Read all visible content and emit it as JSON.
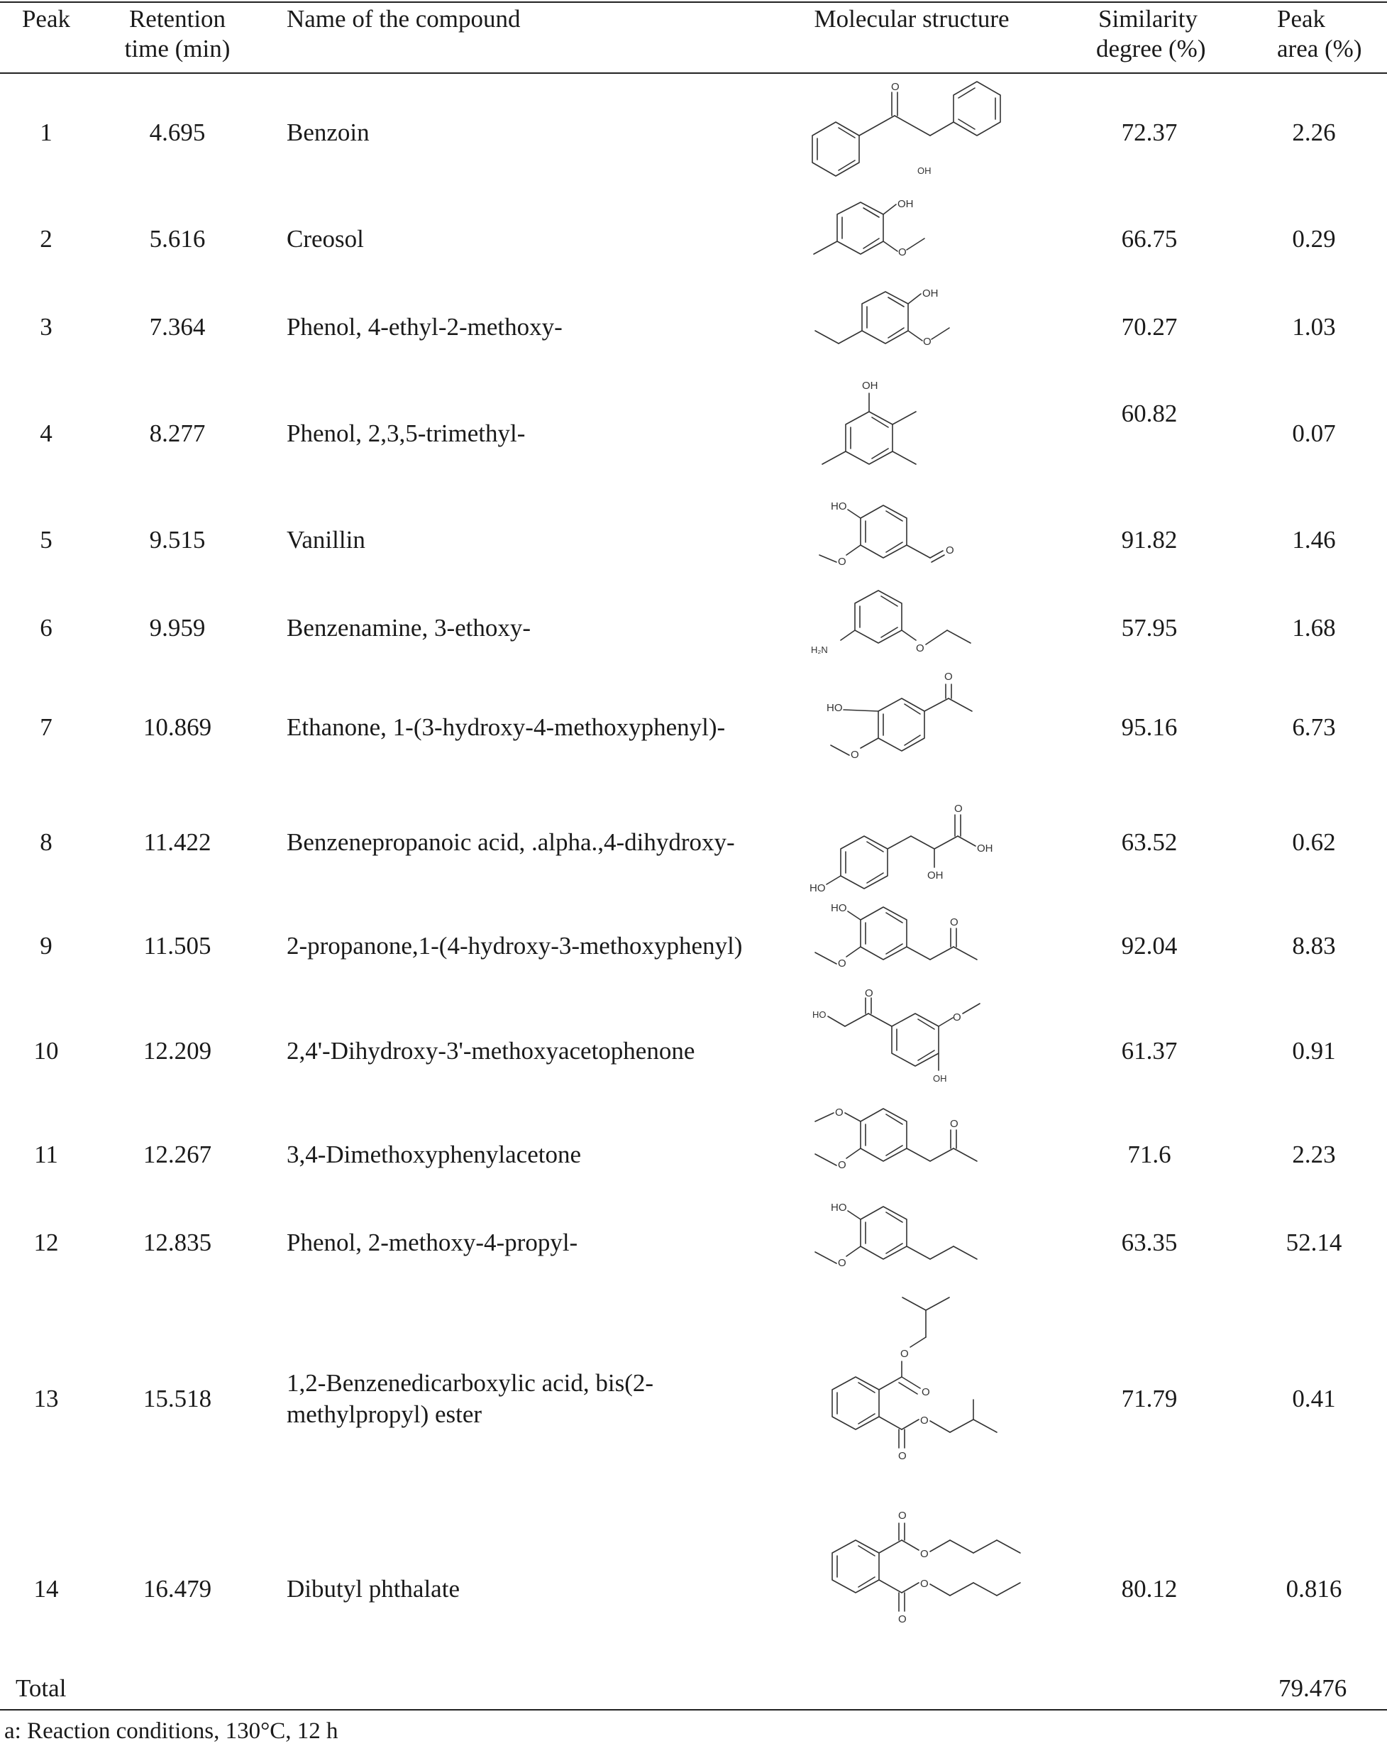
{
  "table": {
    "headers": {
      "peak": "Peak",
      "rt_line1": "Retention",
      "rt_line2": "time (min)",
      "name": "Name of the compound",
      "structure": "Molecular structure",
      "sim_line1": "Similarity",
      "sim_line2": "degree (%)",
      "area_line1": "Peak",
      "area_line2": "area (%)"
    },
    "rows": [
      {
        "peak": "1",
        "rt": "4.695",
        "name": "Benzoin",
        "sim": "72.37",
        "area": "2.26"
      },
      {
        "peak": "2",
        "rt": "5.616",
        "name": "Creosol",
        "sim": "66.75",
        "area": "0.29"
      },
      {
        "peak": "3",
        "rt": "7.364",
        "name": "Phenol, 4-ethyl-2-methoxy-",
        "sim": "70.27",
        "area": "1.03"
      },
      {
        "peak": "4",
        "rt": "8.277",
        "name": "Phenol, 2,3,5-trimethyl-",
        "sim": "60.82",
        "area": "0.07"
      },
      {
        "peak": "5",
        "rt": "9.515",
        "name": "Vanillin",
        "sim": "91.82",
        "area": "1.46"
      },
      {
        "peak": "6",
        "rt": "9.959",
        "name": "Benzenamine, 3-ethoxy-",
        "sim": "57.95",
        "area": "1.68"
      },
      {
        "peak": "7",
        "rt": "10.869",
        "name": "Ethanone, 1-(3-hydroxy-4-methoxyphenyl)-",
        "sim": "95.16",
        "area": "6.73"
      },
      {
        "peak": "8",
        "rt": "11.422",
        "name": "Benzenepropanoic acid, .alpha.,4-dihydroxy-",
        "sim": "63.52",
        "area": "0.62"
      },
      {
        "peak": "9",
        "rt": "11.505",
        "name": "2-propanone,1-(4-hydroxy-3-methoxyphenyl)",
        "sim": "92.04",
        "area": "8.83"
      },
      {
        "peak": "10",
        "rt": "12.209",
        "name": "2,4'-Dihydroxy-3'-methoxyacetophenone",
        "sim": "61.37",
        "area": "0.91"
      },
      {
        "peak": "11",
        "rt": "12.267",
        "name": "3,4-Dimethoxyphenylacetone",
        "sim": "71.6",
        "area": "2.23"
      },
      {
        "peak": "12",
        "rt": "12.835",
        "name": "Phenol, 2-methoxy-4-propyl-",
        "sim": "63.35",
        "area": "52.14"
      },
      {
        "peak": "13",
        "rt": "15.518",
        "name_line1": "1,2-Benzenedicarboxylic acid, bis(2-",
        "name_line2": "methylpropyl) ester",
        "sim": "71.79",
        "area": "0.41"
      },
      {
        "peak": "14",
        "rt": "16.479",
        "name": "Dibutyl phthalate",
        "sim": "80.12",
        "area": "0.816"
      }
    ],
    "total_label": "Total",
    "total_value": "79.476",
    "footnote": "a:  Reaction conditions, 130°C, 12 h"
  },
  "structure_labels": {
    "oh": "OH",
    "ho": "HO",
    "o": "O",
    "h2n": "H₂N",
    "oh_benzoin": "OH"
  }
}
